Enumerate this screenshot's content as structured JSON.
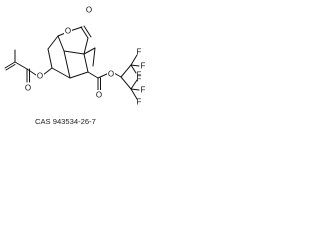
{
  "structure": {
    "atoms": {
      "ring_oxygen": "O",
      "lactone_carbonyl_oxygen": "O",
      "methacrylate_ester_oxygen": "O",
      "methacrylate_carbonyl_oxygen": "O",
      "ester_carbonyl_oxygen": "O",
      "ester_alkoxy_oxygen": "O",
      "fluorine_1": "F",
      "fluorine_2": "F",
      "fluorine_3": "F",
      "fluorine_4": "F",
      "fluorine_5": "F",
      "fluorine_6": "F"
    }
  },
  "caption": "CAS 943534-26-7"
}
